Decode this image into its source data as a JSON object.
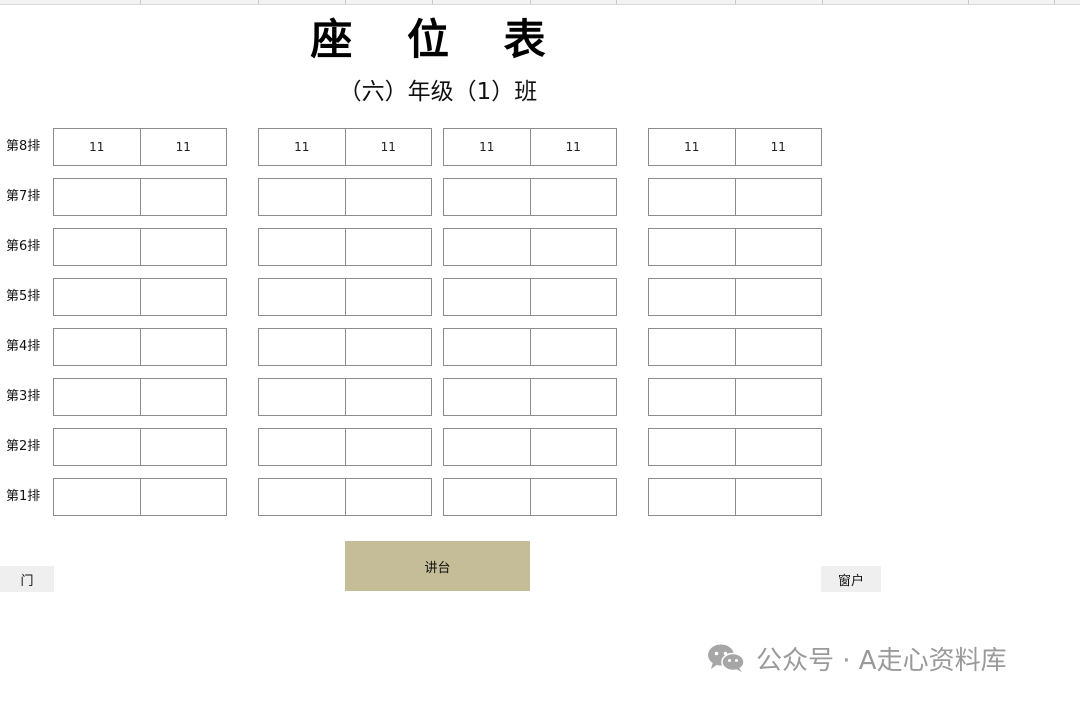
{
  "header": {
    "title": "座 位 表",
    "subtitle": "（六）年级（1）班"
  },
  "rows": [
    {
      "label": "第8排",
      "seats": [
        "11",
        "11",
        "11",
        "11",
        "11",
        "11",
        "11",
        "11"
      ]
    },
    {
      "label": "第7排",
      "seats": [
        "",
        "",
        "",
        "",
        "",
        "",
        "",
        ""
      ]
    },
    {
      "label": "第6排",
      "seats": [
        "",
        "",
        "",
        "",
        "",
        "",
        "",
        ""
      ]
    },
    {
      "label": "第5排",
      "seats": [
        "",
        "",
        "",
        "",
        "",
        "",
        "",
        ""
      ]
    },
    {
      "label": "第4排",
      "seats": [
        "",
        "",
        "",
        "",
        "",
        "",
        "",
        ""
      ]
    },
    {
      "label": "第3排",
      "seats": [
        "",
        "",
        "",
        "",
        "",
        "",
        "",
        ""
      ]
    },
    {
      "label": "第2排",
      "seats": [
        "",
        "",
        "",
        "",
        "",
        "",
        "",
        ""
      ]
    },
    {
      "label": "第1排",
      "seats": [
        "",
        "",
        "",
        "",
        "",
        "",
        "",
        ""
      ]
    }
  ],
  "footer": {
    "door_label": "门",
    "podium_label": "讲台",
    "window_label": "窗户"
  },
  "watermark": {
    "text": "公众号 · A走心资料库",
    "icon": "wechat-icon"
  },
  "colors": {
    "podium": "#c4bd97",
    "tag_bg": "#efefef",
    "desk_border": "#8c8c8c",
    "watermark": "#9a9a9a"
  }
}
